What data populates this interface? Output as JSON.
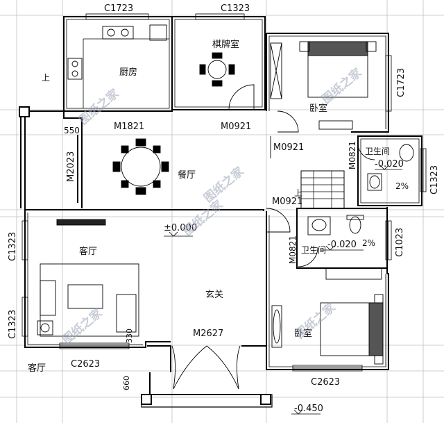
{
  "labels": {
    "window_c1723_top": "C1723",
    "window_c1323_top": "C1323",
    "window_c1723_right": "C1723",
    "window_c1323_right": "C1323",
    "window_c1323_left_top": "C1323",
    "window_c1323_left_bottom": "C1323",
    "window_c1023_right": "C1023",
    "window_c2623_left": "C2623",
    "window_c2623_right": "C2623",
    "door_m1821": "M1821",
    "door_m0921_a": "M0921",
    "door_m0921_b": "M0921",
    "door_m0921_c": "M0921",
    "door_m0821_a": "M0821",
    "door_m0821_b": "M0821",
    "door_m2023": "M2023",
    "door_m2627": "M2627",
    "dim_550": "550",
    "dim_330": "330",
    "dim_660": "660",
    "room_kitchen": "厨房",
    "room_chess": "棋牌室",
    "room_bedroom_top": "卧室",
    "room_dining": "餐厅",
    "room_bath_top": "卫生间",
    "room_bath_mid": "卫生间",
    "room_living": "客厅",
    "room_living_outside": "客厅",
    "room_foyer": "玄关",
    "room_bedroom_bottom": "卧室",
    "level_zero": "±0.000",
    "level_bath_top": "-0.020",
    "level_bath_mid": "-0.020",
    "level_outside": "-0.450",
    "slope_top": "2%",
    "slope_mid": "2%",
    "stair_up_left": "上",
    "stair_up_mid": "上",
    "watermark": "图纸之家"
  }
}
